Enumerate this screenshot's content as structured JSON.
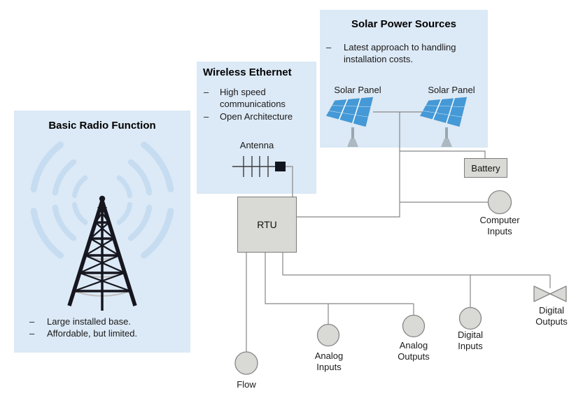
{
  "ui": {
    "dash": "–"
  },
  "colors": {
    "panel_bg": "#dce9f6",
    "connector_line": "#878787",
    "node_fill": "#d9d9d5",
    "node_stroke": "#7c7c7c",
    "tower": "#16161f",
    "signal_wave": "#c6dcf0",
    "solar_panel_blue": "#4599d6",
    "text": "#1a1a1a"
  },
  "panels": {
    "basic_radio": {
      "title": "Basic Radio Function",
      "bullets": [
        "Large installed base.",
        "Affordable, but limited."
      ]
    },
    "wireless_ethernet": {
      "title": "Wireless Ethernet",
      "bullets": [
        "High speed communications",
        "Open Architecture"
      ],
      "antenna_label": "Antenna"
    },
    "solar_power": {
      "title": "Solar Power Sources",
      "bullets": [
        "Latest approach to handling installation  costs."
      ],
      "panel_labels": [
        "Solar Panel",
        "Solar Panel"
      ]
    }
  },
  "nodes": {
    "rtu": "RTU",
    "battery": "Battery",
    "computer_inputs": "Computer Inputs",
    "digital_outputs": "Digital Outputs",
    "digital_inputs": "Digital Inputs",
    "analog_outputs": "Analog Outputs",
    "analog_inputs": "Analog Inputs",
    "flow": "Flow"
  }
}
